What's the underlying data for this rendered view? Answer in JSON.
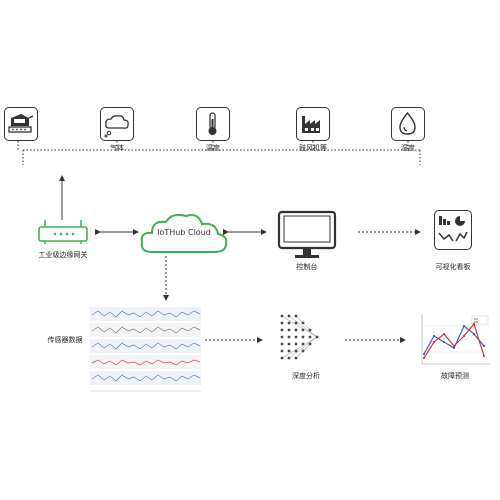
{
  "sensors": [
    {
      "label": "",
      "icon": "industrial-equipment-icon"
    },
    {
      "label": "气体",
      "icon": "cloud-gas-icon"
    },
    {
      "label": "温度",
      "icon": "thermometer-icon"
    },
    {
      "label": "鼓风机等",
      "icon": "factory-icon"
    },
    {
      "label": "湿度",
      "icon": "water-drop-icon"
    }
  ],
  "gateway": {
    "label": "工业级边缘网关",
    "icon": "router-icon"
  },
  "cloud": {
    "label": "IoTHub Cloud",
    "icon": "cloud-icon",
    "color": "#3cb44b"
  },
  "console": {
    "label": "控制台",
    "icon": "monitor-icon"
  },
  "dashboard": {
    "label": "可视化看板",
    "icon": "dashboard-icon"
  },
  "sensor_data": {
    "label": "传感器数据"
  },
  "deep_analysis": {
    "label": "深度分析",
    "icon": "neural-network-icon"
  },
  "fault_prediction": {
    "label": "故障预测"
  }
}
